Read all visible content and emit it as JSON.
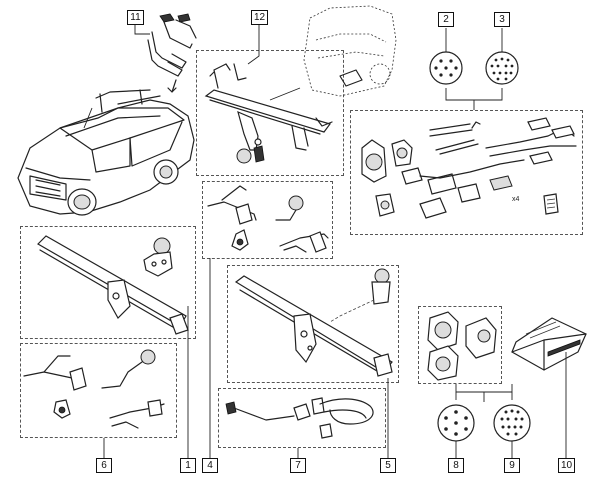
{
  "callouts": {
    "c1": "1",
    "c2": "2",
    "c3": "3",
    "c4": "4",
    "c5": "5",
    "c6": "6",
    "c7": "7",
    "c8": "8",
    "c9": "9",
    "c10": "10",
    "c11": "11",
    "c12": "12"
  },
  "labels": {
    "sheet_x4": "x4"
  }
}
